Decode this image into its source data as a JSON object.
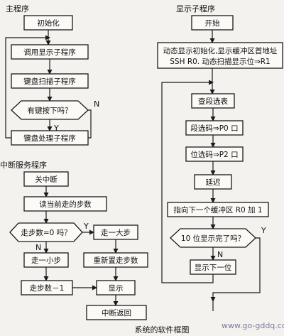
{
  "sections": {
    "main": "主程序",
    "display": "显示子程序",
    "interrupt": "中断服务程序"
  },
  "main_flow": {
    "init": "初始化",
    "call_display": "调用显示子程序",
    "key_scan": "键盘扫描子程序",
    "key_pressed_q": "有键按下吗？",
    "key_process": "键盘处理子程序",
    "yes": "Y",
    "no": "N"
  },
  "display_flow": {
    "start": "开始",
    "init_line1": "动态显示初始化,显示缓冲区首地址",
    "init_line2": "SSH R0. 动态扫描显示位⇒R1",
    "lookup": "查段选表",
    "seg_code": "段选码⇒P0 口",
    "bit_code": "位选码⇒P2 口",
    "delay": "延迟",
    "next_buffer": "指向下一个缓冲区 R0 加 1",
    "done_q": "10 位显示完了吗？",
    "show_next": "显示下一位",
    "yes": "Y",
    "no": "N"
  },
  "interrupt_flow": {
    "entry": "关中断",
    "read_steps": "读当前走的步数",
    "steps_zero_q": "走步数=0 吗？",
    "big_step": "走一大步",
    "small_step": "走一小步",
    "reset_steps": "重新置走步数",
    "steps_minus": "走步数－1",
    "show": "显示",
    "return": "中断返回",
    "yes": "Y",
    "no": "N"
  },
  "caption": "系统的软件框图",
  "watermark": "www.go-gddq.com"
}
